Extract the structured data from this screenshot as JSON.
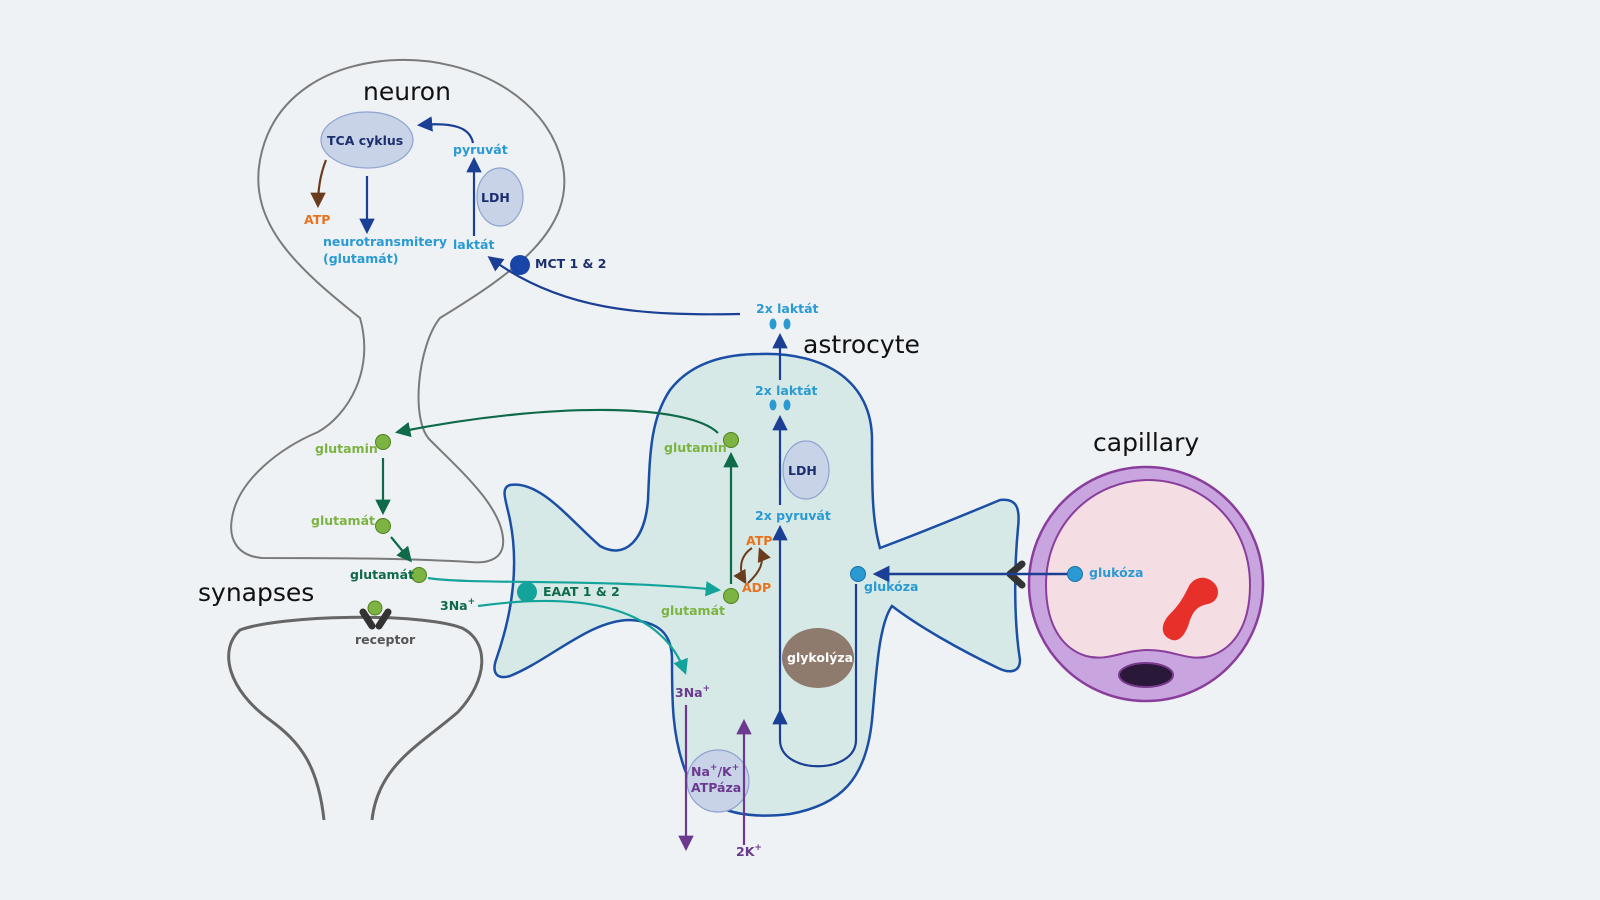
{
  "titles": {
    "neuron": "neuron",
    "astrocyte": "astrocyte",
    "capillary": "capillary",
    "synapses": "synapses"
  },
  "neuron_labels": {
    "tca": "TCA cyklus",
    "pyruvat": "pyruvát",
    "ldh": "LDH",
    "atp": "ATP",
    "neurotransmitery": "neurotransmitery",
    "glutamat_paren": "(glutamát)",
    "laktat": "laktát",
    "mct": "MCT 1 & 2",
    "glutamin": "glutamin",
    "glutamat": "glutamát",
    "glutamat_synapse": "glutamát",
    "receptor": "receptor"
  },
  "astrocyte_labels": {
    "laktat_out": "2x laktát",
    "laktat_in": "2x laktát",
    "glutamin": "glutamin",
    "ldh": "LDH",
    "pyruvat": "2x pyruvát",
    "atp": "ATP",
    "adp": "ADP",
    "eaat": "EAAT 1 & 2",
    "na_in": "3Na",
    "na_in_sup": "+",
    "glutamat": "glutamát",
    "glukoza": "glukóza",
    "glykolyza": "glykolýza",
    "na_out": "3Na",
    "na_out_sup": "+",
    "pump_line1": "Na",
    "pump_sup1": "+",
    "pump_sep": "/K",
    "pump_sup2": "+",
    "pump_line2": "ATPáza",
    "k": "2K",
    "k_sup": "+"
  },
  "capillary_labels": {
    "glukoza": "glukóza"
  },
  "colors": {
    "navy": "#1b3f95",
    "lightblue": "#2a9ad3",
    "orange": "#e8731e",
    "green": "#7cb342",
    "darkgreen": "#0f6a4a",
    "teal": "#14a39a",
    "purple": "#6b3a8f",
    "astrocyte_fill": "#d6e9e6",
    "capillary_fill": "#c9a5df",
    "lumen_fill": "#f4dde3",
    "rbc": "#e8302a",
    "glycolysis_fill": "#8e7b6d"
  }
}
